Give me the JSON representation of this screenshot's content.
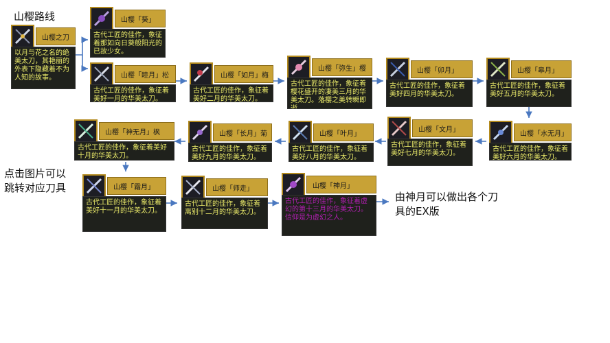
{
  "title": "山樱路线",
  "side_note": "点击图片可以跳转对应刀具",
  "end_note": "由神月可以做出各个刀具的EX版",
  "colors": {
    "arrow": "#4a78c0",
    "header": "#c8a236",
    "text": "#ecec6a",
    "special_text": "#b31fb3"
  },
  "cards": [
    {
      "id": "yamazakura-no-katana",
      "name": "山樱之刀",
      "desc": "以月与花之名的绝美太刀，其艳丽的外表下隐藏着不为人知的故事。"
    },
    {
      "id": "aoi",
      "name": "山樱「葵」",
      "desc": "古代工匠的佳作，象征着那如向日葵般阳光的已故少女。"
    },
    {
      "id": "mutsuki",
      "name": "山樱「睦月」松",
      "desc": "古代工匠的佳作，象征着美好一月的华美太刀。"
    },
    {
      "id": "kisaragi",
      "name": "山樱「如月」梅",
      "desc": "古代工匠的佳作，象征着美好二月的华美太刀。"
    },
    {
      "id": "yayoi",
      "name": "山樱「弥生」樱",
      "desc": "古代工匠的佳作，象征着樱花盛开的凄美三月的华美太刀。落樱之美转瞬即逝。"
    },
    {
      "id": "uzuki",
      "name": "山樱「卯月」",
      "desc": "古代工匠的佳作，象征着美好四月的华美太刀。"
    },
    {
      "id": "satsuki",
      "name": "山樱「皋月」",
      "desc": "古代工匠的佳作，象征着美好五月的华美太刀。"
    },
    {
      "id": "minazuki",
      "name": "山樱「水无月」",
      "desc": "古代工匠的佳作，象征着美好六月的华美太刀。"
    },
    {
      "id": "fumizuki",
      "name": "山樱「文月」",
      "desc": "古代工匠的佳作，象征着美好七月的华美太刀。"
    },
    {
      "id": "hazuki",
      "name": "山樱「叶月」",
      "desc": "古代工匠的佳作，象征着美好八月的华美太刀。"
    },
    {
      "id": "nagatsuki",
      "name": "山樱「长月」菊",
      "desc": "古代工匠的佳作，象征着美好九月的华美太刀。"
    },
    {
      "id": "kannazuki",
      "name": "山樱「神无月」枫",
      "desc": "古代工匠的佳作，象征着美好十月的华美太刀。"
    },
    {
      "id": "shimotsuki",
      "name": "山樱「霜月」",
      "desc": "古代工匠的佳作，象征着美好十一月的华美太刀。"
    },
    {
      "id": "shiwasu",
      "name": "山樱「师走」",
      "desc": "古代工匠的佳作，象征着离别十二月的华美太刀。"
    },
    {
      "id": "kamizuki",
      "name": "山樱「神月」",
      "desc": "古代工匠的佳作，象征着虚幻的第十三月的华美太刀。信仰是为虚幻之人。"
    }
  ]
}
